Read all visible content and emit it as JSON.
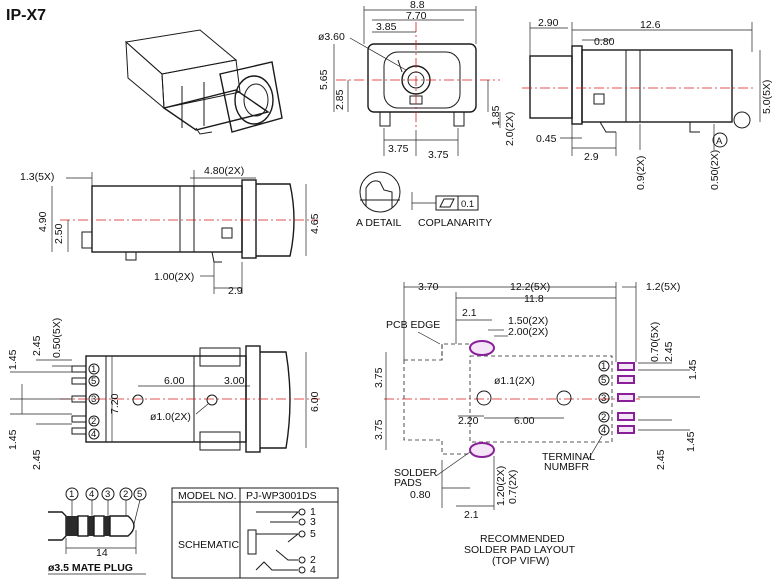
{
  "title": "IP-X7",
  "front_view": {
    "d_width": "8.8",
    "d_inner": "7.70",
    "d_hole": "ø3.60",
    "d_offset": "3.85",
    "d_h1": "5.65",
    "d_h2": "2.85",
    "d_h3": "1.85",
    "d_h4": "2.0(2X)",
    "d_p1": "3.75",
    "d_p2": "3.75"
  },
  "right_view": {
    "d_left": "2.90",
    "d_len": "12.6",
    "d_step": "0.80",
    "d_height": "5.0(5X)",
    "d_b1": "0.45",
    "d_b2": "2.9",
    "d_b3": "0.9(2X)",
    "d_b4": "0.50(2X)",
    "detail_ref": "A"
  },
  "side_view": {
    "d_top1": "1.3(5X)",
    "d_top2": "4.80(2X)",
    "d_h1": "4.90",
    "d_h2": "2.50",
    "d_h3": "4.65",
    "d_b1": "1.00(2X)",
    "d_b2": "2.9"
  },
  "detail": {
    "detail_label": "A DETAIL",
    "coplanarity_label": "COPLANARITY",
    "tolerance": "0.1"
  },
  "bottom_view": {
    "d_a": "2.45",
    "d_b": "0.50(5X)",
    "d_c": "1.45",
    "d_d": "7.20",
    "d_e": "6.00",
    "d_f": "3.00",
    "d_g": "6.00",
    "d_hole": "ø1.0(2X)",
    "d_h": "1.45",
    "d_i": "2.45",
    "pins": [
      "1",
      "5",
      "3",
      "2",
      "4"
    ]
  },
  "layout_view": {
    "d_top1": "3.70",
    "d_top2": "12.2(5X)",
    "d_top3": "11.8",
    "d_top4": "1.2(5X)",
    "d_top5": "2.1",
    "d_top6": "1.50(2X)",
    "d_top7": "2.00(2X)",
    "pcb_edge": "PCB EDGE",
    "d_l1": "3.75",
    "d_l2": "3.75",
    "d_hole": "ø1.1(2X)",
    "d_c1": "2.20",
    "d_c2": "6.00",
    "d_r1": "0.70(5X)",
    "d_r2": "2.45",
    "d_r3": "1.45",
    "d_r4": "2.45",
    "d_r5": "1.45",
    "terminal_label_1": "TERMINAL",
    "terminal_label_2": "NUMBFR",
    "solder_label_1": "SOLDER",
    "solder_label_2": "PADS",
    "d_b1": "0.80",
    "d_b2": "1.20(2X)",
    "d_b3": "0.7(2X)",
    "d_b4": "2.1",
    "caption_1": "RECOMMENDED",
    "caption_2": "SOLDER PAD LAYOUT",
    "caption_3": "(TOP VIFW)",
    "pins": [
      "1",
      "5",
      "3",
      "2",
      "4"
    ]
  },
  "plug": {
    "pins": [
      "1",
      "4",
      "3",
      "2",
      "5"
    ],
    "d_len": "14",
    "caption": "ø3.5 MATE PLUG"
  },
  "schematic": {
    "model_label": "MODEL NO.",
    "model_value": "PJ-WP3001DS",
    "schematic_label": "SCHEMATIC",
    "pins": [
      "1",
      "3",
      "5",
      "2",
      "4"
    ]
  }
}
